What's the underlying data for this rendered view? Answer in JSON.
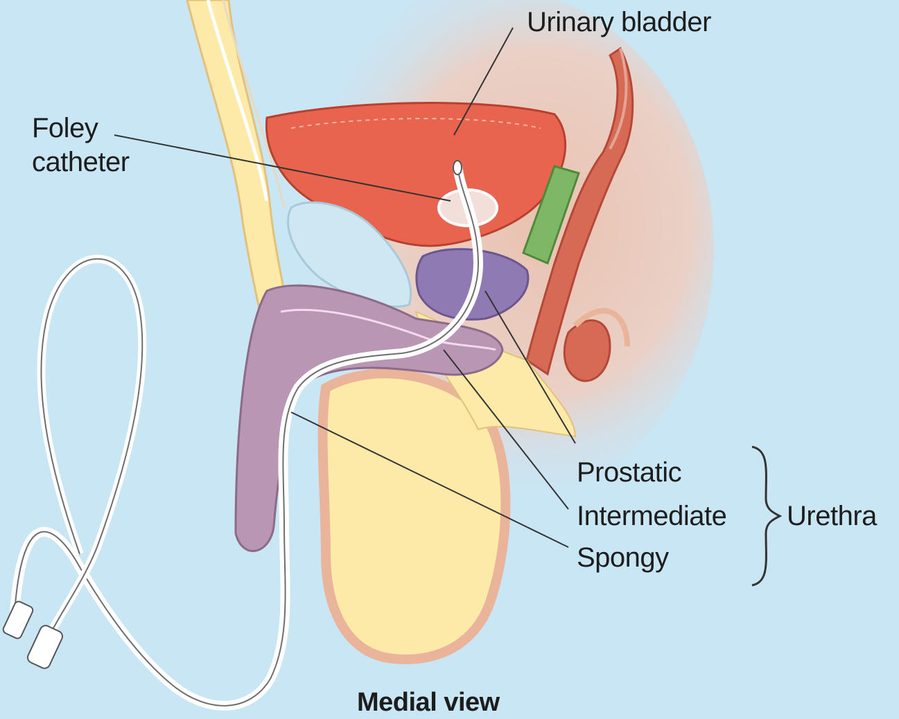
{
  "labels": {
    "urinary_bladder": "Urinary bladder",
    "foley_catheter_line1": "Foley",
    "foley_catheter_line2": "catheter",
    "prostatic": "Prostatic",
    "intermediate": "Intermediate",
    "spongy": "Spongy",
    "urethra": "Urethra",
    "caption": "Medial view"
  },
  "colors": {
    "background": "#c9e6f5",
    "bladder": "#e8644f",
    "prostate": "#8f7ab3",
    "penis_tissue": "#b896b4",
    "fat_tissue": "#fdeaa8",
    "skin": "#e9b49a",
    "catheter": "#ffffff",
    "rectum": "#d76a55",
    "seminal_vesicle": "#7fb865"
  }
}
